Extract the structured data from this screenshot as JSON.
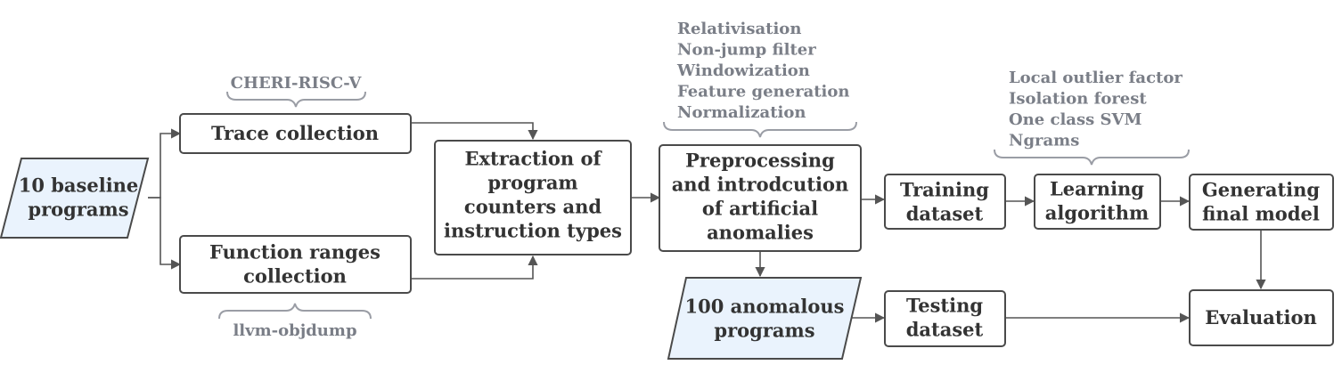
{
  "nodes": {
    "baseline": [
      "10 baseline",
      "programs"
    ],
    "trace": [
      "Trace collection"
    ],
    "func": [
      "Function ranges",
      "collection"
    ],
    "extract": [
      "Extraction of",
      "program",
      "counters and",
      "instruction types"
    ],
    "prep": [
      "Preprocessing",
      "and introdcution",
      "of artificial",
      "anomalies"
    ],
    "anom": [
      "100 anomalous",
      "programs"
    ],
    "train": [
      "Training",
      "dataset"
    ],
    "learn": [
      "Learning",
      "algorithm"
    ],
    "final": [
      "Generating",
      "final model"
    ],
    "test": [
      "Testing",
      "dataset"
    ],
    "eval": [
      "Evaluation"
    ]
  },
  "notes": {
    "cheri": [
      "CHERI-RISC-V"
    ],
    "llvm": [
      "llvm-objdump"
    ],
    "prep": [
      "Relativisation",
      "Non-jump filter",
      "Windowization",
      "Feature generation",
      "Normalization"
    ],
    "learn": [
      "Local outlier factor",
      "Isolation forest",
      "One class SVM",
      "Ngrams"
    ]
  },
  "colors": {
    "input_fill": "#eaf3fd",
    "stroke": "#4a4a4a",
    "text": "#333333",
    "note": "#7a7e87"
  }
}
